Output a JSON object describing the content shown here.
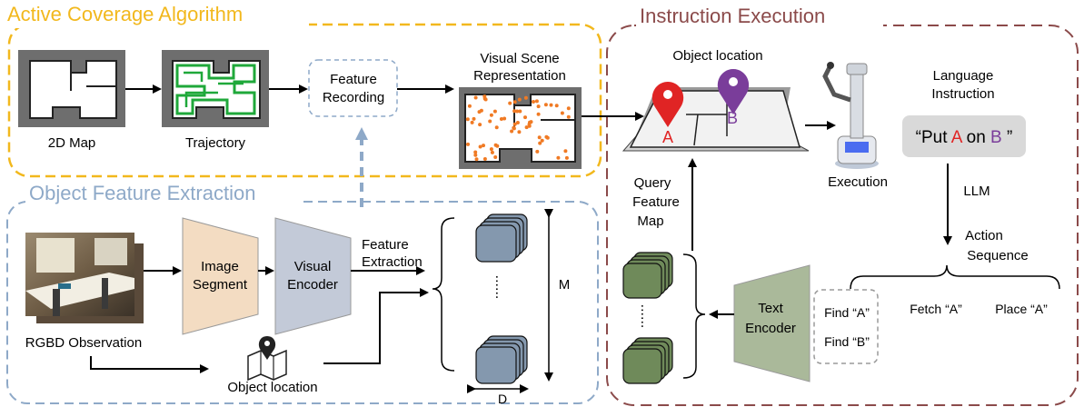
{
  "sections": {
    "active_coverage": "Active Coverage Algorithm",
    "object_feature": "Object Feature Extraction",
    "instruction": "Instruction Execution"
  },
  "coverage": {
    "map_label": "2D Map",
    "trajectory_label": "Trajectory",
    "feature_recording_line1": "Feature",
    "feature_recording_line2": "Recording",
    "scene_line1": "Visual Scene",
    "scene_line2": "Representation"
  },
  "feature": {
    "rgbd_label": "RGBD Observation",
    "segment_line1": "Image",
    "segment_line2": "Segment",
    "encoder_line1": "Visual",
    "encoder_line2": "Encoder",
    "extraction_line1": "Feature",
    "extraction_line2": "Extraction",
    "object_location_label": "Object location",
    "dim_m": "M",
    "dim_d": "D",
    "ellipsis": "......"
  },
  "instruction": {
    "object_location_label": "Object location",
    "marker_a": "A",
    "marker_b": "B",
    "execution_label": "Execution",
    "language_line1": "Language",
    "language_line2": "Instruction",
    "quote_prefix": "“Put ",
    "quote_a": "A",
    "quote_mid": " on ",
    "quote_b": "B",
    "quote_suffix": " ”",
    "llm_label": "LLM",
    "action_line1": "Action",
    "action_line2": "Sequence",
    "find_a": "Find “A”",
    "find_b": "Find “B”",
    "fetch_a": "Fetch “A”",
    "place_a": "Place “A”",
    "text_encoder_line1": "Text",
    "text_encoder_line2": "Encoder",
    "query_line1": "Query",
    "query_line2": "Feature",
    "query_line3": "Map",
    "ellipsis": "......"
  },
  "colors": {
    "coverage_border": "#f2b81d",
    "instruction_border": "#8b4a4a",
    "feature_border": "#8ea9c8",
    "red_marker": "#e02424",
    "purple_marker": "#7a3d9a",
    "segment_fill": "#f3dcc2",
    "encoder_fill": "#c3cad8",
    "text_encoder_fill": "#aab99a"
  }
}
